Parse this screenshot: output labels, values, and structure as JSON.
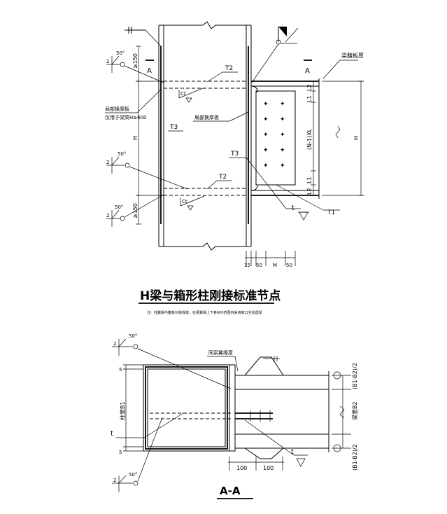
{
  "title": "H梁与箱形柱刚接标准节点",
  "note": "注：柱翼缘与腹板对接焊缝，在梁翼缘上下各600范围内采用坡口全熔透焊",
  "section_title": "A-A",
  "labels": {
    "sec_a": "A",
    "beam_web_thickness": "梁腹板厚",
    "local_thicken_1": "局部换厚板",
    "local_thicken_2": "仅用于梁高H≥600",
    "local_thicken_3": "局部换厚板",
    "t2_top": "T2",
    "t2_bottom": "T2",
    "t3_left": "T3",
    "t3_right": "T3",
    "t1": "T1",
    "t_right": "t",
    "t_box": "t",
    "ct_1": "Ct",
    "ct_2": "Ct",
    "h_left": "H",
    "h_right": "H",
    "ge150_top": "≥150",
    "ge150_bottom": "≥150",
    "l2_top": "L2",
    "l1_top": "L1",
    "nxl": "(N-1)XL",
    "l1_bottom": "L1",
    "l2_bottom": "L2",
    "weld_angle_1": "50°",
    "weld_num_1": "2",
    "weld_angle_2": "50°",
    "weld_num_2": "2",
    "weld_angle_3": "50°",
    "weld_num_3": "2",
    "dim_15": "15",
    "dim_50a": "50",
    "dim_m": "M",
    "dim_50b": "50",
    "same_flange": "同梁翼缘厚",
    "col_width_b1": "柱宽B1",
    "beam_width_b2": "梁宽B2",
    "b1b2_top": "(B1-B2)/2",
    "b1b2_bottom": "(B1-B2)/2",
    "circle_top": "O",
    "circle_bottom": "O",
    "dim_100a": "100",
    "dim_100b": "100",
    "small_5a": "5",
    "small_5b": "5",
    "weld_angle_4": "50°",
    "weld_num_4": "2",
    "weld_angle_5": "50°",
    "weld_num_5": "2"
  }
}
